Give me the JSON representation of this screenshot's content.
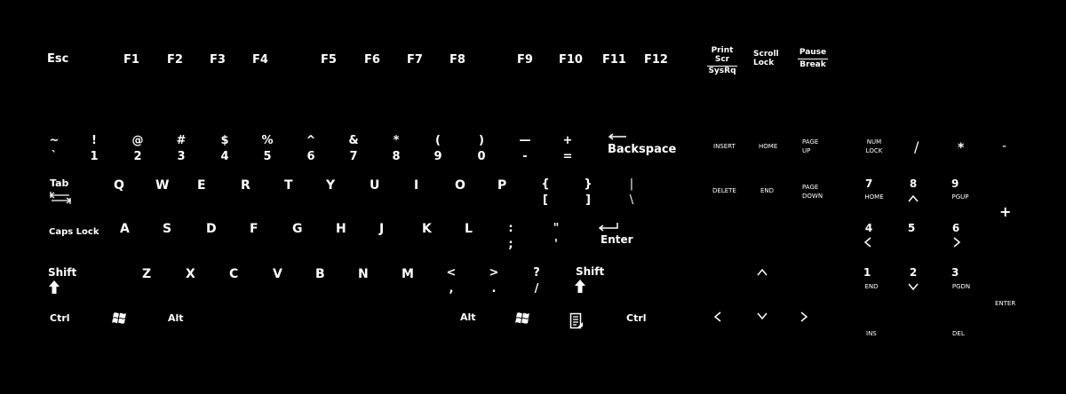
{
  "function_row": {
    "esc": "Esc",
    "f": [
      "F1",
      "F2",
      "F3",
      "F4",
      "F5",
      "F6",
      "F7",
      "F8",
      "F9",
      "F10",
      "F11",
      "F12"
    ],
    "print": {
      "top": "Print",
      "mid": "Scr",
      "bottom": "SysRq"
    },
    "scroll": {
      "top": "Scroll",
      "bottom": "Lock"
    },
    "pause": {
      "top": "Pause",
      "bottom": "Break"
    }
  },
  "number_row": {
    "keys": [
      {
        "shift": "~",
        "base": "`"
      },
      {
        "shift": "!",
        "base": "1"
      },
      {
        "shift": "@",
        "base": "2"
      },
      {
        "shift": "#",
        "base": "3"
      },
      {
        "shift": "$",
        "base": "4"
      },
      {
        "shift": "%",
        "base": "5"
      },
      {
        "shift": "^",
        "base": "6"
      },
      {
        "shift": "&",
        "base": "7"
      },
      {
        "shift": "*",
        "base": "8"
      },
      {
        "shift": "(",
        "base": "9"
      },
      {
        "shift": ")",
        "base": "0"
      },
      {
        "shift": "—",
        "base": "-"
      },
      {
        "shift": "+",
        "base": "="
      }
    ],
    "backspace": "Backspace"
  },
  "qwerty_row": {
    "tab": "Tab",
    "letters": [
      "Q",
      "W",
      "E",
      "R",
      "T",
      "Y",
      "U",
      "I",
      "O",
      "P"
    ],
    "brackets": [
      {
        "shift": "{",
        "base": "["
      },
      {
        "shift": "}",
        "base": "]"
      },
      {
        "shift": "|",
        "base": "\\"
      }
    ]
  },
  "home_row": {
    "caps": "Caps Lock",
    "letters": [
      "A",
      "S",
      "D",
      "F",
      "G",
      "H",
      "J",
      "K",
      "L"
    ],
    "punct": [
      {
        "shift": ":",
        "base": ";"
      },
      {
        "shift": "\"",
        "base": "'"
      }
    ],
    "enter": "Enter"
  },
  "shift_row": {
    "shift_left": "Shift",
    "letters": [
      "Z",
      "X",
      "C",
      "V",
      "B",
      "N",
      "M"
    ],
    "punct": [
      {
        "shift": "<",
        "base": ","
      },
      {
        "shift": ">",
        "base": "."
      },
      {
        "shift": "?",
        "base": "/"
      }
    ],
    "shift_right": "Shift"
  },
  "bottom_row": {
    "ctrl_left": "Ctrl",
    "alt_left": "Alt",
    "alt_right": "Alt",
    "ctrl_right": "Ctrl"
  },
  "nav_cluster": {
    "insert": "INSERT",
    "home": "HOME",
    "page_up": {
      "top": "PAGE",
      "bottom": "UP"
    },
    "delete": "DELETE",
    "end": "END",
    "page_down": {
      "top": "PAGE",
      "bottom": "DOWN"
    }
  },
  "numpad": {
    "num_lock": {
      "top": "NUM",
      "bottom": "LOCK"
    },
    "divide": "/",
    "multiply": "*",
    "minus": "-",
    "plus": "+",
    "k7": {
      "digit": "7",
      "label": "HOME"
    },
    "k8": {
      "digit": "8"
    },
    "k9": {
      "digit": "9",
      "label": "PGUP"
    },
    "k4": {
      "digit": "4"
    },
    "k5": {
      "digit": "5"
    },
    "k6": {
      "digit": "6"
    },
    "k1": {
      "digit": "1",
      "label": "END"
    },
    "k2": {
      "digit": "2"
    },
    "k3": {
      "digit": "3",
      "label": "PGDN"
    },
    "enter": "ENTER",
    "ins": "INS",
    "del": "DEL"
  },
  "icons": [
    "windows-logo-icon",
    "menu-key-icon",
    "arrow-up-icon",
    "arrow-down-icon",
    "arrow-left-icon",
    "arrow-right-icon",
    "shift-arrow-icon",
    "tab-arrows-icon",
    "backspace-arrow-icon",
    "enter-arrow-icon"
  ],
  "colors": {
    "background": "#000000",
    "legend": "#ffffff"
  }
}
